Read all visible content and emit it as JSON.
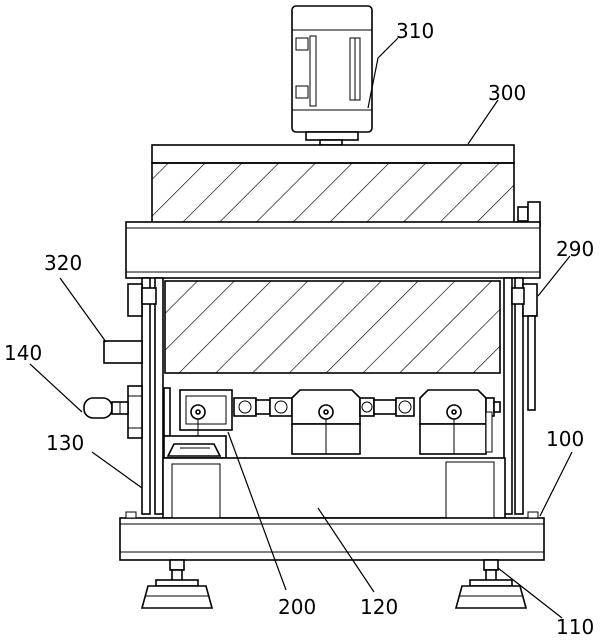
{
  "figure": {
    "labels": [
      {
        "id": "310",
        "text": "310"
      },
      {
        "id": "300",
        "text": "300"
      },
      {
        "id": "290",
        "text": "290"
      },
      {
        "id": "320",
        "text": "320"
      },
      {
        "id": "140",
        "text": "140"
      },
      {
        "id": "130",
        "text": "130"
      },
      {
        "id": "100",
        "text": "100"
      },
      {
        "id": "200",
        "text": "200"
      },
      {
        "id": "120",
        "text": "120"
      },
      {
        "id": "110",
        "text": "110"
      }
    ]
  }
}
